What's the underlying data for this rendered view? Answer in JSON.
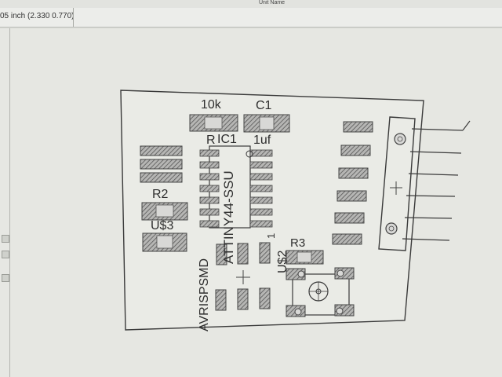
{
  "window": {
    "coord_readout": "05 inch (2.330 0.770)",
    "tab_labels": [
      "Unit",
      "Name"
    ]
  },
  "board": {
    "labels": {
      "r1_value": "10k",
      "c1_name": "C1",
      "ic_ref": "IC1",
      "c1_value": "1uf",
      "r_prefix": "R",
      "r2_name": "R2",
      "u3_name": "U$3",
      "ic_value": "ATTINY44-SSU",
      "avrisp": "AVRISPSMD",
      "pin1": "1",
      "u2_name": "U$2",
      "r3_name": "R3"
    }
  },
  "colors": {
    "canvas_bg": "#e6e7e2",
    "board_outline": "#3a3a3a",
    "pad_fill": "#b8b8b8",
    "hatch": "#555555",
    "text": "#2e2e2e"
  }
}
